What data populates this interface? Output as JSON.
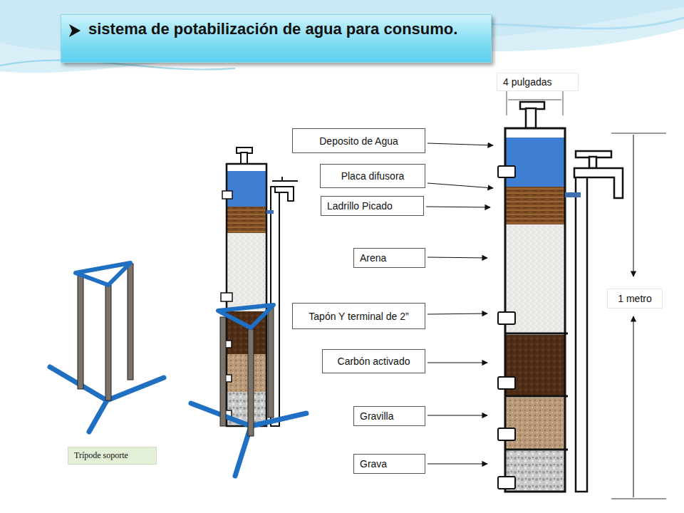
{
  "diagram": {
    "title": "sistema de potabilización de agua para consumo.",
    "nodes": [
      {
        "text": [
          "4 pulgadas"
        ]
      },
      {
        "text": [
          "Deposito  de Agua"
        ]
      },
      {
        "text": [
          "Placa difusora"
        ]
      },
      {
        "text": [
          "Ladrillo Picado"
        ]
      },
      {
        "text": [
          "Arena"
        ]
      },
      {
        "text": [
          "1 metro"
        ]
      },
      {
        "text": [
          "Tapón Y  terminal de 2”"
        ]
      },
      {
        "text": [
          "Carbón activado"
        ]
      },
      {
        "text": [
          "Gravilla"
        ]
      },
      {
        "text": [
          "Trípode soporte"
        ]
      },
      {
        "text": [
          "Grava"
        ]
      }
    ]
  }
}
